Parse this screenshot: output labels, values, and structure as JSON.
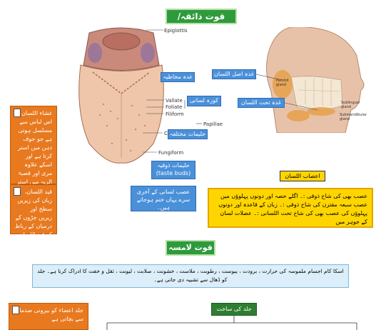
{
  "headings": {
    "taste": "قوت ذائقہ/ لسان",
    "touch": "قوت لامسہ"
  },
  "tongue_labels": {
    "epiglottis": "Epiglottis",
    "vallate": "Vallate",
    "foliate": "Foliate",
    "filiform": "Filiform",
    "papillae": "Papillae",
    "conical": "Conical",
    "fungiform": "Fungiform"
  },
  "blue_boxes": {
    "mucous_gland": "غدہ مخاطیہ",
    "kozah_lisani": "کوزہ لسانی",
    "papillae_urdu": "حلیمات مختلفہ",
    "taste_buds_urdu": "حلیمات ذوقیہ",
    "taste_buds_en": "(taste buds)",
    "nerve_ending": "عصب لسانی کے آخری سرے یہاں ختم ہوجاتے ہیں۔"
  },
  "head_labels": {
    "gland_base": "غدہ اصل اللسان",
    "gland_under": "غدہ تحت اللسان",
    "parotid": "Parotid gland",
    "sublingual": "Sublingual gland",
    "submandibular": "Submandibular gland"
  },
  "orange_notes": {
    "tongue_sheath": "غشاء اللسان اس لباس سے مسلسل ہوتی ہے جو جوف دہن میں استر کرتا ہے اور اسکے علاوہ مری اور قصبۃ الریہ میں استر کرتا ہے۔",
    "frenulum": "قید اللسان، زبان کی زیریں سطح اور زیریں جڑوں کے درمیان کے رباط کو قید اللسان کہتے ہیں",
    "skin_note": "جلد اعضاء کو بیرونی صدمات سے بچاتی ہے"
  },
  "nerves": {
    "title": "اعصاب اللسان",
    "text": "عصب بھی کی شاخ ذوقی :۔ اگلے حصہ اور دونوں پہلوؤں میں عصب سبعہ مقترن کی شاخ ذوقی :۔ زبان کے قاعدہ اور دونوں پہلوؤں کی عصب بھی کی شاخ تحت اللسانی :۔ عضلات لسان کے جوہر میں"
  },
  "touch_description": "اسکا کام اجسام ملموسہ کی حرارت ، برودت ، یبوست ، رطوبت ، ملاست ، خشونت ، صلابت ، لیونت ، ثقل و خفت کا ادراک کرنا ہے۔ جلد کو ڈھال سے تشبیہ دی جاتی ہے۔",
  "skin_structure": "جلد کی ساخت"
}
